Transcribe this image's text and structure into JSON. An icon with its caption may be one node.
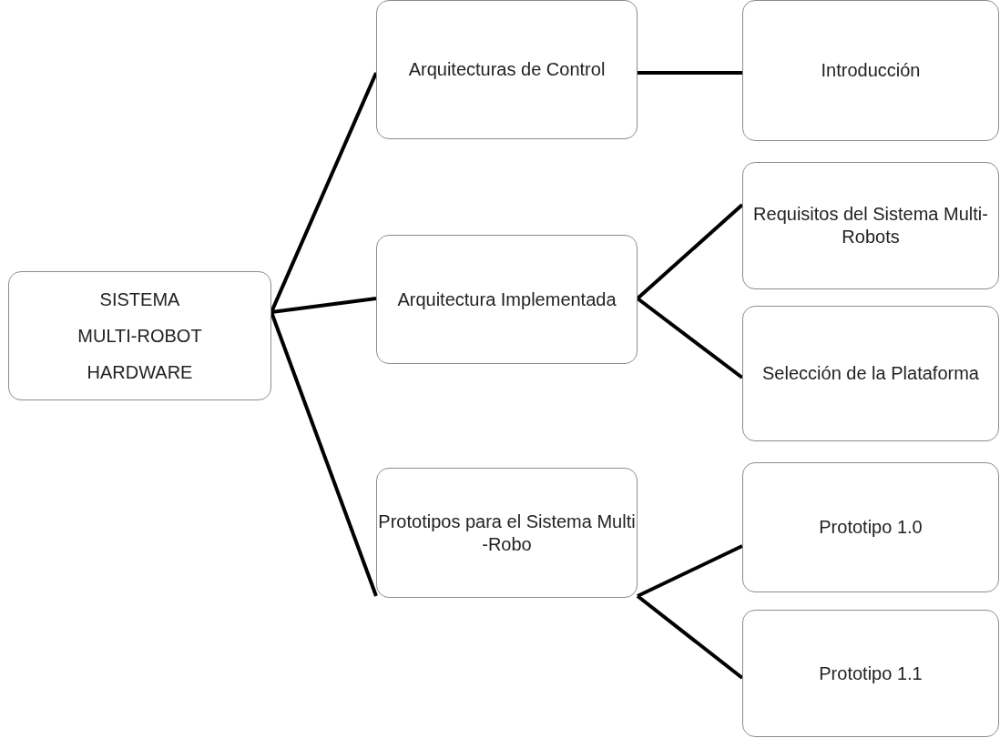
{
  "diagram": {
    "nodes": [
      {
        "text": [
          "SISTEMA MULTI-ROBOT HARDWARE"
        ]
      },
      {
        "text": [
          "Arquitecturas de Control"
        ]
      },
      {
        "text": [
          "Introducción"
        ]
      },
      {
        "text": [
          "Arquitectura Implementada"
        ]
      },
      {
        "text": [
          "Requisitos del Sistema Multi-Robots"
        ]
      },
      {
        "text": [
          "Selección de la Plataforma"
        ]
      },
      {
        "text": [
          "Prototipos para el Sistema Multi -Robo"
        ]
      },
      {
        "text": [
          "Prototipo 1.0"
        ]
      },
      {
        "text": [
          "Prototipo 1.1"
        ]
      }
    ],
    "edges": [
      {
        "from": 0,
        "to": 1,
        "arrow": "none"
      },
      {
        "from": 0,
        "to": 3,
        "arrow": "none"
      },
      {
        "from": 0,
        "to": 6,
        "arrow": "none"
      },
      {
        "from": 1,
        "to": 2,
        "arrow": "none"
      },
      {
        "from": 3,
        "to": 4,
        "arrow": "none"
      },
      {
        "from": 3,
        "to": 5,
        "arrow": "none"
      },
      {
        "from": 6,
        "to": 7,
        "arrow": "none"
      },
      {
        "from": 6,
        "to": 8,
        "arrow": "none"
      }
    ]
  }
}
